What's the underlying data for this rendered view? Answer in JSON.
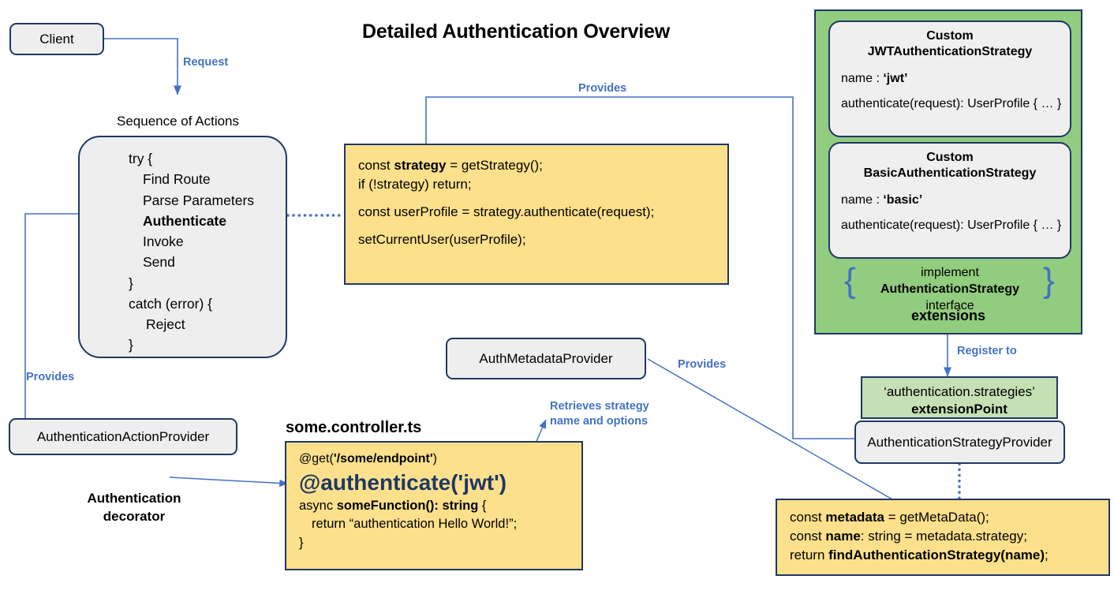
{
  "title": "Detailed Authentication Overview",
  "nodes": {
    "client": "Client",
    "sequence_caption": "Sequence of Actions",
    "auth_action_provider": "AuthenticationActionProvider",
    "auth_metadata_provider": "AuthMetadataProvider",
    "auth_strategy_provider": "AuthenticationStrategyProvider",
    "controller_file": "some.controller.ts",
    "decorator_note_line1": "Authentication",
    "decorator_note_line2": "decorator"
  },
  "sequence": {
    "lines": [
      "try {",
      "Find Route",
      "Parse Parameters",
      "Authenticate",
      "Invoke",
      "Send",
      "}",
      "catch (error) {",
      "Reject",
      "}"
    ]
  },
  "strategy_code": {
    "line1_pre": "const ",
    "line1_bold": "strategy",
    "line1_post": " = getStrategy();",
    "line2": "if (!strategy) return;",
    "line3": "const userProfile = strategy.authenticate(request);",
    "line4": "setCurrentUser(userProfile);"
  },
  "controller_code": {
    "line1_pre": "@get(",
    "line1_bold": "'/some/endpoint'",
    "line1_post": ")",
    "line2": "@authenticate('jwt')",
    "line3_pre": "async ",
    "line3_bold": "someFunction(): string",
    "line3_post": " {",
    "line4": "return “authentication Hello World!”;",
    "line5": "}"
  },
  "metadata_code": {
    "l1_pre": "const ",
    "l1_bold": "metadata",
    "l1_post": " = getMetaData();",
    "l2_pre": "const ",
    "l2_bold": "name",
    "l2_post": ": string = metadata.strategy;",
    "l3_pre": "return ",
    "l3_bold": "findAuthenticationStrategy(name)",
    "l3_post": ";"
  },
  "extensions": {
    "jwt": {
      "title_line1": "Custom",
      "title_line2": "JWTAuthenticationStrategy",
      "name_label": "name : ",
      "name_value": "‘jwt’",
      "method": "authenticate(request): UserProfile { … }"
    },
    "basic": {
      "title_line1": "Custom",
      "title_line2": "BasicAuthenticationStrategy",
      "name_label": "name : ",
      "name_value": "‘basic’",
      "method": "authenticate(request): UserProfile { … }"
    },
    "implement_line1": "implement",
    "implement_bold": "AuthenticationStrategy",
    "implement_tail": " interface",
    "word": "extensions"
  },
  "extension_point": {
    "line1": "‘authentication.strategies’",
    "line2": "extensionPoint"
  },
  "wire_labels": {
    "request": "Request",
    "provides_top": "Provides",
    "provides_left": "Provides",
    "provides_metadata": "Provides",
    "register_to": "Register to",
    "retrieves_line1": "Retrieves strategy",
    "retrieves_bold": "name",
    "retrieves_tail": " and options"
  },
  "colors": {
    "accent_blue": "#4472C4",
    "border_navy": "#1F3864",
    "yellow": "#FCE08C",
    "green": "#92CC7F",
    "light_green": "#C5E0B4",
    "grey": "#EEEEEE"
  }
}
